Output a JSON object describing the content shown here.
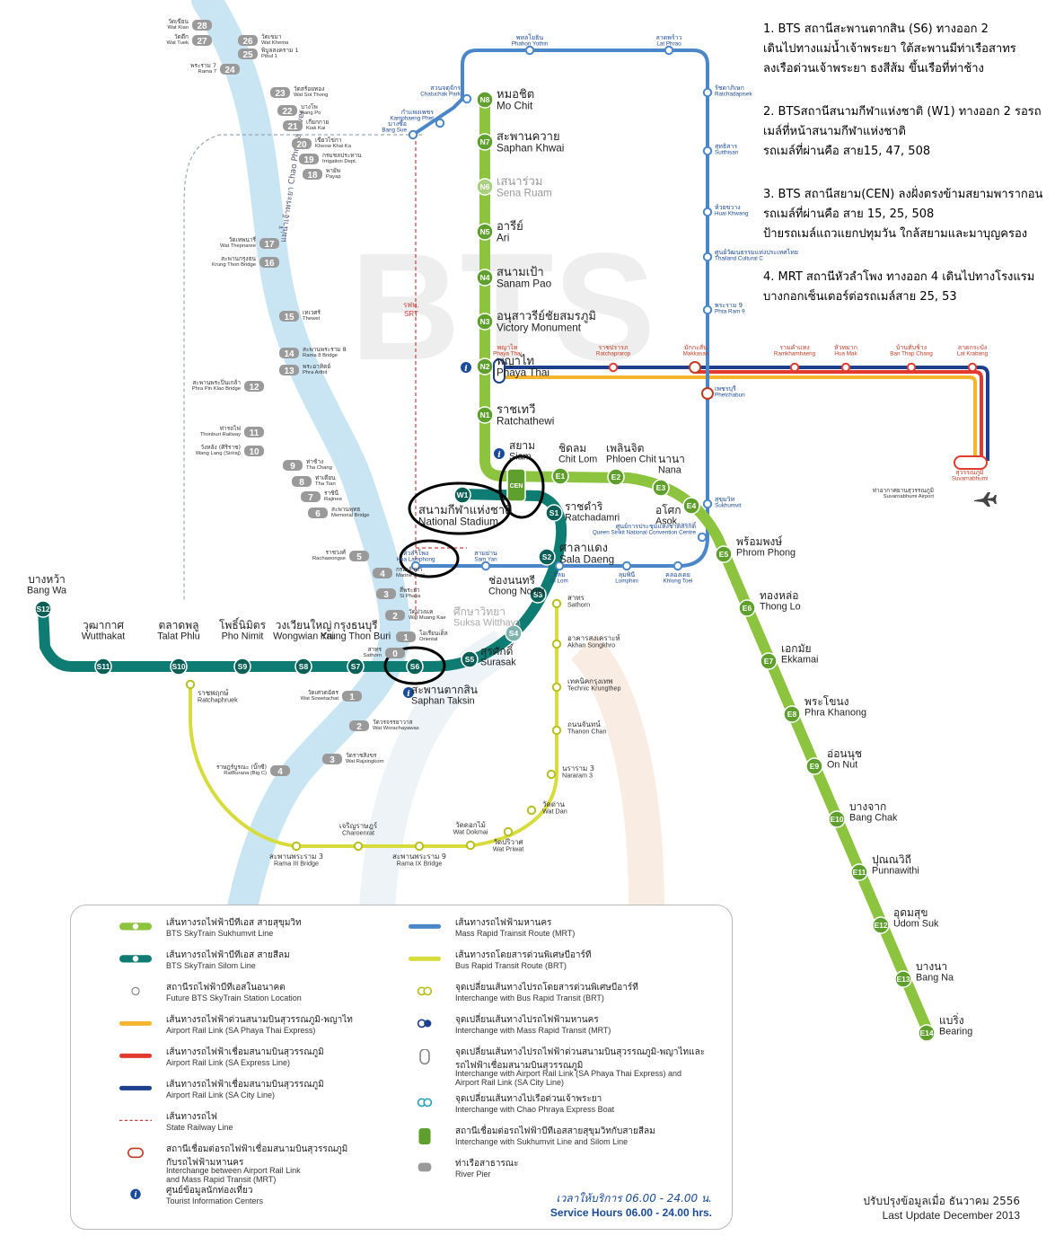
{
  "notes": [
    "1. BTS สถานีสะพานตากสิน (S6) ทางออก 2\nเดินไปทางแม่น้ำเจ้าพระยา ใต้สะพานมีท่าเรือสาทร\nลงเรือด่วนเจ้าพระยา ธงสีส้ม  ขึ้นเรือที่ท่าช้าง",
    "2. BTSสถานีสนามกีฬาแห่งชาติ (W1) ทางออก 2 รอรถ\nเมล์ที่หน้าสนามกีฬาแห่งชาติ\nรถเมล์ที่ผ่านคือ สาย15, 47, 508",
    "3. BTS สถานีสยาม(CEN) ลงฝั่งตรงข้ามสยามพารากอน\nรถเมล์ที่ผ่านคือ สาย 15, 25, 508\nป้ายรถเมล์แถวแยกปทุมวัน ใกล้สยามและมาบุญครอง",
    "4. MRT สถานีหัวลำโพง ทางออก 4 เดินไปทางโรงแรม\nบางกอกเซ็นเตอร์ต่อรถเมล์สาย 25, 53"
  ],
  "colors": {
    "sukhumvit": "#8cc43f",
    "silom": "#0e7c72",
    "mrt": "#4a86c8",
    "brt": "#d6dc3c",
    "airport_pt": "#f4b42c",
    "airport_exp": "#e23a2e",
    "airport_city": "#1e3f8c",
    "river": "#bfe0f2"
  },
  "river_label": "แม่น้ำเจ้าพระยา Chao Phraya River",
  "watermark": "BTS",
  "stations": {
    "sukhumvit_n": [
      {
        "code": "N8",
        "th": "หมอชิต",
        "en": "Mo Chit"
      },
      {
        "code": "N7",
        "th": "สะพานควาย",
        "en": "Saphan Khwai"
      },
      {
        "code": "N6",
        "th": "เสนาร่วม",
        "en": "Sena Ruam"
      },
      {
        "code": "N5",
        "th": "อารีย์",
        "en": "Ari"
      },
      {
        "code": "N4",
        "th": "สนามเป้า",
        "en": "Sanam Pao"
      },
      {
        "code": "N3",
        "th": "อนุสาวรีย์ชัยสมรภูมิ",
        "en": "Victory Monument"
      },
      {
        "code": "N2",
        "th": "พญาไท",
        "en": "Phaya Thai"
      },
      {
        "code": "N1",
        "th": "ราชเทวี",
        "en": "Ratchathewi"
      }
    ],
    "siam": {
      "code": "CEN",
      "th": "สยาม",
      "en": "Siam"
    },
    "sukhumvit_e": [
      {
        "code": "E1",
        "th": "ชิดลม",
        "en": "Chit Lom"
      },
      {
        "code": "E2",
        "th": "เพลินจิต",
        "en": "Phloen Chit"
      },
      {
        "code": "E3",
        "th": "นานา",
        "en": "Nana"
      },
      {
        "code": "E4",
        "th": "อโศก",
        "en": "Asok"
      },
      {
        "code": "E5",
        "th": "พร้อมพงษ์",
        "en": "Phrom Phong"
      },
      {
        "code": "E6",
        "th": "ทองหล่อ",
        "en": "Thong Lo"
      },
      {
        "code": "E7",
        "th": "เอกมัย",
        "en": "Ekkamai"
      },
      {
        "code": "E8",
        "th": "พระโขนง",
        "en": "Phra Khanong"
      },
      {
        "code": "E9",
        "th": "อ่อนนุช",
        "en": "On Nut"
      },
      {
        "code": "E10",
        "th": "บางจาก",
        "en": "Bang Chak"
      },
      {
        "code": "E11",
        "th": "ปุณณวิถี",
        "en": "Punnawithi"
      },
      {
        "code": "E12",
        "th": "อุดมสุข",
        "en": "Udom Suk"
      },
      {
        "code": "E13",
        "th": "บางนา",
        "en": "Bang Na"
      },
      {
        "code": "E14",
        "th": "แบริ่ง",
        "en": "Bearing"
      }
    ],
    "silom": [
      {
        "code": "W1",
        "th": "สนามกีฬาแห่งชาติ",
        "en": "National Stadium"
      },
      {
        "code": "S1",
        "th": "ราชดำริ",
        "en": "Ratchadamri"
      },
      {
        "code": "S2",
        "th": "ศาลาแดง",
        "en": "Sala Daeng"
      },
      {
        "code": "S3",
        "th": "ช่องนนทรี",
        "en": "Chong Nonsi"
      },
      {
        "code": "S4",
        "th": "ศึกษาวิทยา",
        "en": "Suksa Witthaya"
      },
      {
        "code": "S5",
        "th": "สุรศักดิ์",
        "en": "Surasak"
      },
      {
        "code": "S6",
        "th": "สะพานตากสิน",
        "en": "Saphan Taksin"
      },
      {
        "code": "S7",
        "th": "กรุงธนบุรี",
        "en": "Krung Thon Buri"
      },
      {
        "code": "S8",
        "th": "วงเวียนใหญ่",
        "en": "Wongwian Yai"
      },
      {
        "code": "S9",
        "th": "โพธิ์นิมิตร",
        "en": "Pho Nimit"
      },
      {
        "code": "S10",
        "th": "ตลาดพลู",
        "en": "Talat Phlu"
      },
      {
        "code": "S11",
        "th": "วุฒากาศ",
        "en": "Wutthakat"
      },
      {
        "code": "S12",
        "th": "บางหว้า",
        "en": "Bang Wa"
      }
    ],
    "mrt": [
      {
        "th": "พหลโยธิน",
        "en": "Phahon Yothin"
      },
      {
        "th": "ลาดพร้าว",
        "en": "Lat Phrao"
      },
      {
        "th": "รัชดาภิเษก",
        "en": "Ratchadapisek"
      },
      {
        "th": "สุทธิสาร",
        "en": "Sutthisan"
      },
      {
        "th": "ห้วยขวาง",
        "en": "Huai Khwang"
      },
      {
        "th": "ศูนย์วัฒนธรรมแห่งประเทศไทย",
        "en": "Thailand Cultural C"
      },
      {
        "th": "พระราม 9",
        "en": "Phra Ram 9"
      },
      {
        "th": "เพชรบุรี",
        "en": "Phetchaburi"
      },
      {
        "th": "สุขุมวิท",
        "en": "Sukhumvit"
      },
      {
        "th": "ศูนย์การประชุมแห่งชาติสิริกิติ์",
        "en": "Queen Sirikit National Convention Centre"
      },
      {
        "th": "คลองเตย",
        "en": "Khlong Toei"
      },
      {
        "th": "ลุมพินี",
        "en": "Lumphini"
      },
      {
        "th": "สีลม",
        "en": "Si Lom"
      },
      {
        "th": "สามย่าน",
        "en": "Sam Yan"
      },
      {
        "th": "หัวลำโพง",
        "en": "Hua Lamphong"
      },
      {
        "th": "สวนจตุจักร",
        "en": "Chatuchak Park"
      },
      {
        "th": "กำแพงเพชร",
        "en": "Kamphaeng Phet"
      },
      {
        "th": "บางซื่อ",
        "en": "Bang Sue"
      }
    ],
    "airport": [
      {
        "th": "พญาไท",
        "en": "Phaya Thai"
      },
      {
        "th": "ราชปรารภ",
        "en": "Ratchaprarop"
      },
      {
        "th": "มักกะสัน",
        "en": "Makkasan"
      },
      {
        "th": "รามคำแหง",
        "en": "Ramkhamhaeng"
      },
      {
        "th": "หัวหมาก",
        "en": "Hua Mak"
      },
      {
        "th": "บ้านทับช้าง",
        "en": "Ban Thap Chang"
      },
      {
        "th": "ลาดกระบัง",
        "en": "Lat Krabang"
      },
      {
        "th": "สุวรรณภูมิ",
        "en": "Suvarnabhumi"
      }
    ],
    "airport_terminal": {
      "th": "ท่าอากาศยานสุวรรณภูมิ",
      "en": "Suvarnabhumi Airport"
    },
    "brt": [
      {
        "th": "สาทร",
        "en": "Sathorn"
      },
      {
        "th": "อาคารสงเคราะห์",
        "en": "Akhan Songkhro"
      },
      {
        "th": "เทคนิคกรุงเทพ",
        "en": "Technic Krungthep"
      },
      {
        "th": "ถนนจันทน์",
        "en": "Thanon Chan"
      },
      {
        "th": "นราราม 3",
        "en": "Nararam 3"
      },
      {
        "th": "วัดด่าน",
        "en": "Wat Dan"
      },
      {
        "th": "วัดปริวาศ",
        "en": "Wat Priwat"
      },
      {
        "th": "วัดดอกไม้",
        "en": "Wat Dokmai"
      },
      {
        "th": "สะพานพระราม 9",
        "en": "Rama IX Bridge"
      },
      {
        "th": "เจริญราษฎร์",
        "en": "Charoenrat"
      },
      {
        "th": "สะพานพระราม 3",
        "en": "Rama III Bridge"
      },
      {
        "th": "ราชพฤกษ์",
        "en": "Ratchaphruek"
      }
    ],
    "state_railway": {
      "th": "รฟท.",
      "en": "SRT"
    }
  },
  "piers": [
    {
      "n": "28",
      "th": "วัดเขียน",
      "en": "Wat Kian"
    },
    {
      "n": "27",
      "th": "วัดตึก",
      "en": "Wat Tuek"
    },
    {
      "n": "26",
      "th": "วัดเขมา",
      "en": "Wat Khema"
    },
    {
      "n": "25",
      "th": "พิบูลสงคราม 1",
      "en": "Pibul 1"
    },
    {
      "n": "24",
      "th": "พระราม 7",
      "en": "Rama 7"
    },
    {
      "n": "23",
      "th": "วัดสร้อยทอง",
      "en": "Wat Soi Thong"
    },
    {
      "n": "22",
      "th": "บางโพ",
      "en": "Bang Po"
    },
    {
      "n": "21",
      "th": "เกียกกาย",
      "en": "Kiak Kai"
    },
    {
      "n": "20",
      "th": "เขียวไข่กา",
      "en": "Kheow Khai Ka"
    },
    {
      "n": "19",
      "th": "กรมชลประทาน",
      "en": "Irrigation Dept."
    },
    {
      "n": "18",
      "th": "พายัพ",
      "en": "Payap"
    },
    {
      "n": "17",
      "th": "วัดเทพนารี",
      "en": "Wat Thepnaree"
    },
    {
      "n": "16",
      "th": "สะพานกรุงธน",
      "en": "Krung Thon Bridge"
    },
    {
      "n": "15",
      "th": "เทเวศร์",
      "en": "Thewet"
    },
    {
      "n": "14",
      "th": "สะพานพระราม 8",
      "en": "Rama 8 Bridge"
    },
    {
      "n": "13",
      "th": "พระอาทิตย์",
      "en": "Phra Arthit"
    },
    {
      "n": "12",
      "th": "สะพานพระปิ่นเกล้า",
      "en": "Phra Pin Klao Bridge"
    },
    {
      "n": "11",
      "th": "ท่ารถไฟ",
      "en": "Thonburi Railway"
    },
    {
      "n": "10",
      "th": "วังหลัง (ศิริราช)",
      "en": "Wang Lang (Siriraj)"
    },
    {
      "n": "9",
      "th": "ท่าช้าง",
      "en": "Tha Chang"
    },
    {
      "n": "8",
      "th": "ท่าเตียน",
      "en": "Tha Tian"
    },
    {
      "n": "7",
      "th": "ราชินี",
      "en": "Rajinee"
    },
    {
      "n": "6",
      "th": "สะพานพุทธ",
      "en": "Memorial Bridge"
    },
    {
      "n": "5",
      "th": "ราชวงศ์",
      "en": "Rachawongse"
    },
    {
      "n": "4",
      "th": "กรมเจ้าท่า",
      "en": "Marine Dept."
    },
    {
      "n": "3",
      "th": "สี่พระยา",
      "en": "Si Phaya"
    },
    {
      "n": "2",
      "th": "วัดม่วงแค",
      "en": "Wat Muang Kae"
    },
    {
      "n": "1",
      "th": "โอเรียนเต็ล",
      "en": "Oriental"
    },
    {
      "n": "0",
      "th": "สาทร",
      "en": "Sathorn"
    },
    {
      "n": "1",
      "th": "วัดเศวตฉัตร",
      "en": "Wat Sowetachat"
    },
    {
      "n": "2",
      "th": "วัดวรจรรยาวาส",
      "en": "Wat Worachayawas"
    },
    {
      "n": "3",
      "th": "วัดราชสิงขร",
      "en": "Wat Rajsingkorn"
    },
    {
      "n": "4",
      "th": "ราษฎร์บูรณะ (บิ๊กซี)",
      "en": "RatBurana (Big C)"
    }
  ],
  "legend": [
    {
      "key": "sukhumvit",
      "th": "เส้นทางรถไฟฟ้าบีทีเอส สายสุขุมวิท",
      "en": "BTS SkyTrain Sukhumvit Line"
    },
    {
      "key": "silom",
      "th": "เส้นทางรถไฟฟ้าบีทีเอส สายสีลม",
      "en": "BTS SkyTrain Silom Line"
    },
    {
      "key": "future",
      "th": "สถานีรถไฟฟ้าบีทีเอสในอนาคต",
      "en": "Future BTS SkyTrain Station Location"
    },
    {
      "key": "airport_pt",
      "th": "เส้นทางรถไฟฟ้าด่วนสนามบินสุวรรณภูมิ-พญาไท",
      "en": "Airport Rail Link (SA Phaya Thai Express)"
    },
    {
      "key": "airport_exp",
      "th": "เส้นทางรถไฟฟ้าเชื่อมสนามบินสุวรรณภูมิ",
      "en": "Airport Rail Link (SA Express Line)"
    },
    {
      "key": "airport_city",
      "th": "เส้นทางรถไฟฟ้าเชื่อมสนามบินสุวรรณภูมิ",
      "en": "Airport Rail Link (SA City Line)"
    },
    {
      "key": "railway",
      "th": "เส้นทางรถไฟ",
      "en": "State Railway Line"
    },
    {
      "key": "arl_mrt",
      "th": "สถานีเชื่อมต่อรถไฟฟ้าเชื่อมสนามบินสุวรรณภูมิ\nกับรถไฟฟ้ามหานคร",
      "en": "Interchange between Airport Rail Link\nand Mass Rapid Transit (MRT)"
    },
    {
      "key": "info",
      "th": "ศูนย์ข้อมูลนักท่องเที่ยว",
      "en": "Tourist Information Centers"
    },
    {
      "key": "mrt",
      "th": "เส้นทางรถไฟฟ้ามหานคร",
      "en": "Mass Rapid Trainsit Route (MRT)"
    },
    {
      "key": "brt",
      "th": "เส้นทางรถโดยสารด่วนพิเศษบีอาร์ที",
      "en": "Bus Rapid Transit Route (BRT)"
    },
    {
      "key": "x_brt",
      "th": "จุดเปลี่ยนเส้นทางไปรถโดยสารด่วนพิเศษบีอาร์ที",
      "en": "Interchange with Bus Rapid Transit (BRT)"
    },
    {
      "key": "x_mrt",
      "th": "จุดเปลี่ยนเส้นทางไปรถไฟฟ้ามหานคร",
      "en": "Interchange with Mass Rapid Transit (MRT)"
    },
    {
      "key": "x_arl",
      "th": "จุดเปลี่ยนเส้นทางไปรถไฟฟ้าด่วนสนามบินสุวรรณภูมิ-พญาไทและ\nรถไฟฟ้าเชื่อมสนามบินสุวรรณภูมิ",
      "en": "Interchange with Airport Rail Link (SA Phaya Thai Express) and\nAirport Rail Link (SA City Line)"
    },
    {
      "key": "x_boat",
      "th": "จุดเปลี่ยนเส้นทางไปเรือด่วนเจ้าพระยา",
      "en": "Interchange with Chao Phraya Express Boat"
    },
    {
      "key": "x_cen",
      "th": "สถานีเชื่อมต่อรถไฟฟ้าบีทีเอสสายสุขุมวิทกับสายสีลม",
      "en": "Interchange with Sukhumvit Line and Silom Line"
    },
    {
      "key": "pier",
      "th": "ท่าเรือสาธารณะ",
      "en": "River Pier"
    }
  ],
  "hours": {
    "th": "เวลาให้บริการ 06.00 - 24.00 น.",
    "en": "Service Hours 06.00 - 24.00 hrs."
  },
  "update": {
    "th": "ปรับปรุงข้อมูลเมื่อ ธันวาคม 2556",
    "en": "Last Update December 2013"
  }
}
